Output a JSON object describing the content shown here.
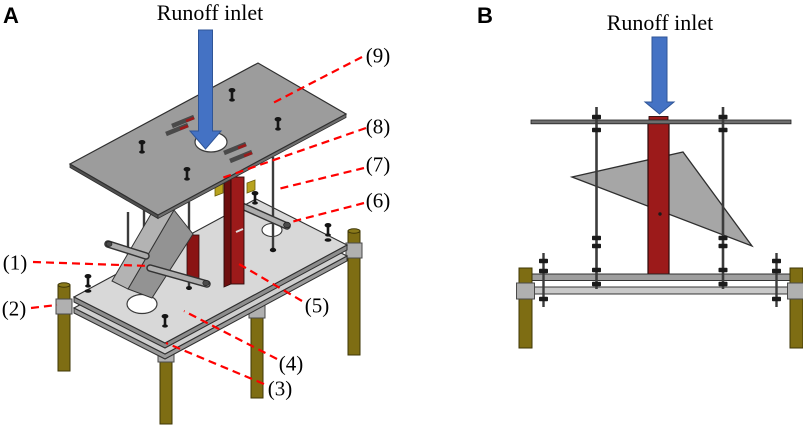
{
  "figure": {
    "panel_a": {
      "letter": "A",
      "inlet_label": "Runoff inlet"
    },
    "panel_b": {
      "letter": "B",
      "inlet_label": "Runoff inlet"
    },
    "callouts": [
      {
        "label": "(1)"
      },
      {
        "label": "(2)"
      },
      {
        "label": "(3)"
      },
      {
        "label": "(4)"
      },
      {
        "label": "(5)"
      },
      {
        "label": "(6)"
      },
      {
        "label": "(7)"
      },
      {
        "label": "(8)"
      },
      {
        "label": "(9)"
      }
    ],
    "colors": {
      "arrow_blue": "#4472C4",
      "arrow_blue_edge": "#2F5597",
      "column_red": "#9C1A1A",
      "column_red_dark": "#6E0F0F",
      "leader_red": "#FF0000",
      "leg_olive": "#7E6D13",
      "collar_gray": "#B0B0B0",
      "top_plate_gray": "#9C9C9C",
      "base_plate_gray": "#D8D8D8",
      "wedge_gray": "#B3B3B3",
      "tab_yellow": "#B8A31E",
      "text_black": "#000000"
    }
  }
}
